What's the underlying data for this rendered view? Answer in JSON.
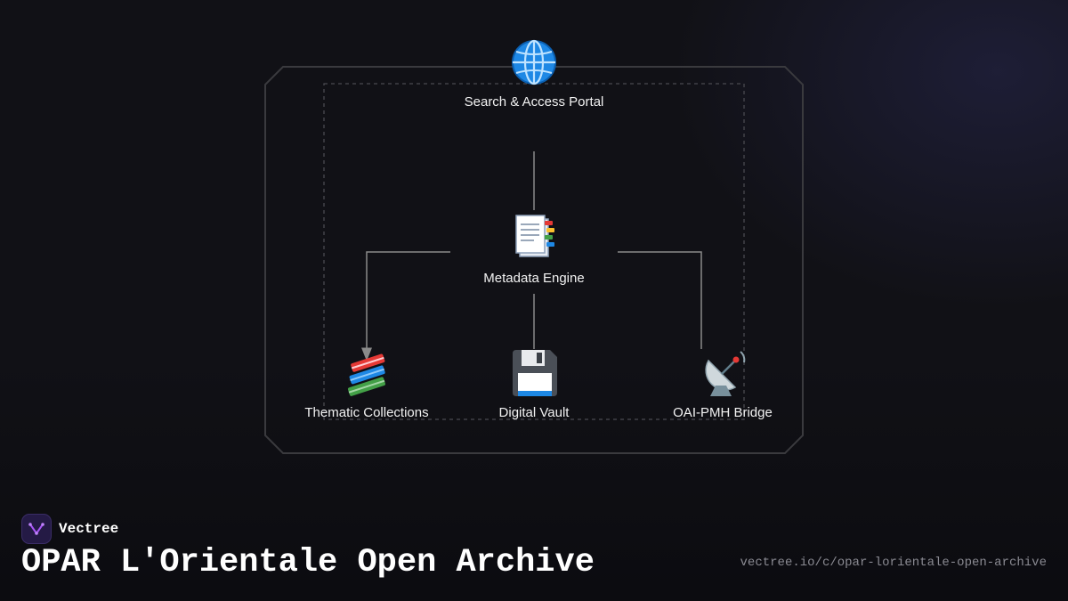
{
  "diagram": {
    "nodes": [
      {
        "id": "portal",
        "label": "Search & Access Portal",
        "icon": "globe-icon"
      },
      {
        "id": "engine",
        "label": "Metadata Engine",
        "icon": "bookmark-tabs-icon"
      },
      {
        "id": "collections",
        "label": "Thematic Collections",
        "icon": "books-icon"
      },
      {
        "id": "vault",
        "label": "Digital Vault",
        "icon": "floppy-disk-icon"
      },
      {
        "id": "bridge",
        "label": "OAI-PMH Bridge",
        "icon": "satellite-dish-icon"
      }
    ],
    "edges": [
      {
        "from": "portal",
        "to": "engine"
      },
      {
        "from": "engine",
        "to": "collections"
      },
      {
        "from": "engine",
        "to": "vault"
      },
      {
        "from": "engine",
        "to": "bridge"
      }
    ]
  },
  "footer": {
    "brand": "Vectree",
    "title": "OPAR L'Orientale Open Archive",
    "url": "vectree.io/c/opar-lorientale-open-archive"
  },
  "colors": {
    "background": "#111116",
    "line": "#8a8a8a",
    "frame": "#3a3a3e",
    "brand_accent": "#a855f7"
  }
}
